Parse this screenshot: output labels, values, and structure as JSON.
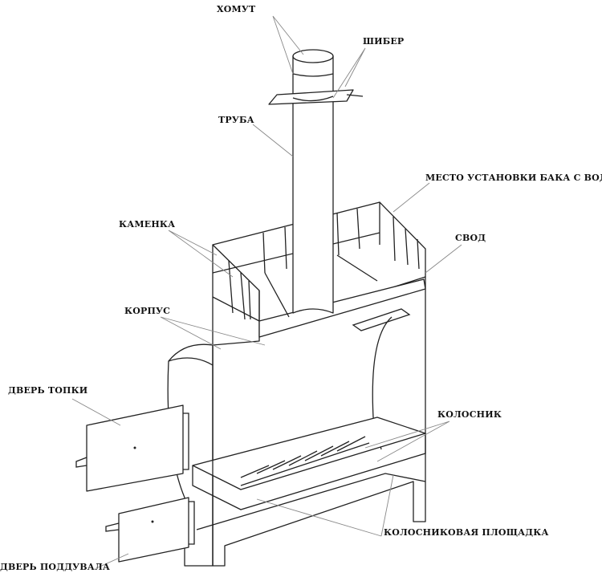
{
  "labels": {
    "khomut": "ХОМУТ",
    "shiber": "ШИБЕР",
    "truba": "ТРУБА",
    "tank_place": "МЕСТО УСТАНОВКИ БАКА С ВОДОЙ",
    "kamenka": "КАМЕНКА",
    "svod": "СВОД",
    "korpus": "КОРПУС",
    "firebox_door": "ДВЕРЬ ТОПКИ",
    "grate": "КОЛОСНИК",
    "grate_platform": "КОЛОСНИКОВАЯ ПЛОЩАДКА",
    "ash_door": "ДВЕРЬ ПОДДУВАЛА"
  }
}
